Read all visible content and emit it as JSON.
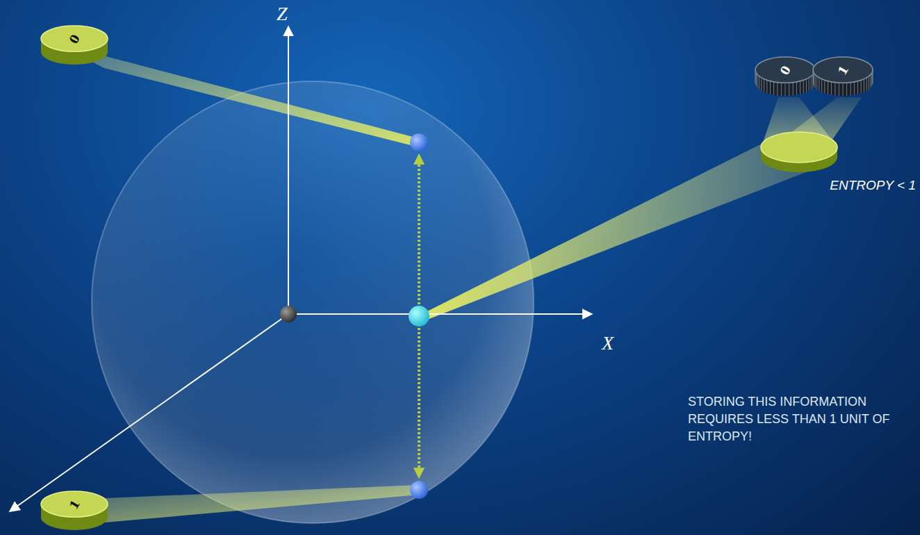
{
  "diagram": {
    "nodes": [
      {
        "text": [
          "0"
        ]
      },
      {
        "text": [
          "1"
        ]
      },
      {
        "text": [
          "0"
        ]
      },
      {
        "text": [
          "1"
        ]
      }
    ],
    "edges": [],
    "labels": [
      "Z",
      "X",
      "ENTROPY < 1",
      "STORING THIS INFORMATION REQUIRES LESS THAN 1 UNIT OF ENTROPY!"
    ]
  }
}
